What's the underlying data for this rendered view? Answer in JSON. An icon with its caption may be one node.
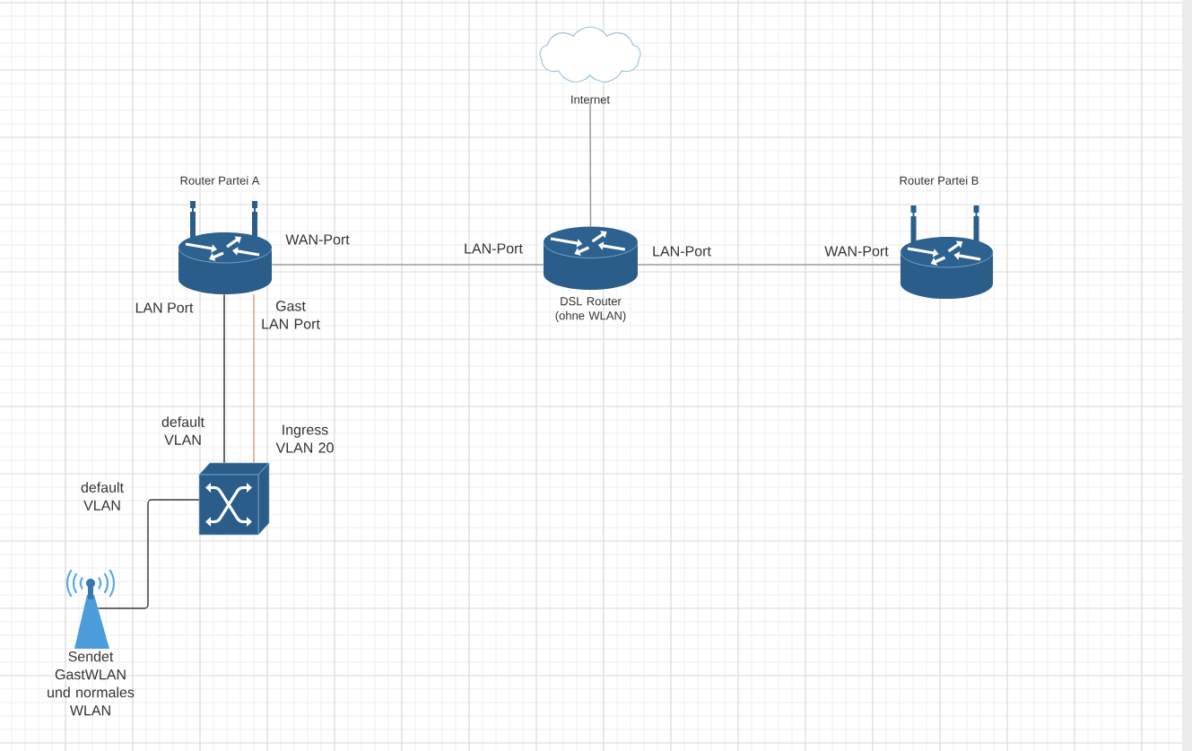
{
  "diagram": {
    "nodes": [
      {
        "text": [
          "Internet"
        ]
      },
      {
        "text": [
          "Router Partei A"
        ]
      },
      {
        "text": [
          "DSL Router (ohne WLAN)"
        ]
      },
      {
        "text": [
          "Router Partei B"
        ]
      },
      {
        "text": [],
        "shape": "box"
      },
      {
        "text": [
          "Sendet GastWLAN und normales WLAN"
        ]
      }
    ],
    "edges": [
      {
        "from": 0,
        "to": 2,
        "arrow": "none"
      },
      {
        "from": 1,
        "to": 2,
        "arrow": "none"
      },
      {
        "from": 2,
        "to": 3,
        "arrow": "none"
      },
      {
        "from": 1,
        "to": 4,
        "arrow": "none",
        "color": "#333333"
      },
      {
        "from": 1,
        "to": 4,
        "arrow": "none",
        "color": "#e0a07c"
      },
      {
        "from": 4,
        "to": 5,
        "arrow": "none",
        "color": "#3c3c3c"
      }
    ],
    "labels": [
      "WAN-Port",
      "LAN-Port",
      "LAN-Port",
      "WAN-Port",
      "LAN Port",
      "Gast LAN Port",
      "default VLAN",
      "Ingress VLAN 20",
      "default VLAN"
    ]
  }
}
